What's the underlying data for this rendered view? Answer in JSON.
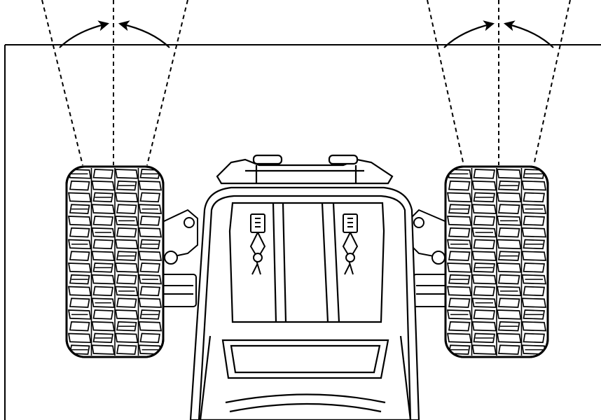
{
  "colors": {
    "ink": "#000000",
    "paper": "#ffffff"
  },
  "illustration": {
    "subject": "rc-truck-top-view",
    "wheels": [
      {
        "side": "left",
        "guide_lines": 3,
        "direction_arrows": 2
      },
      {
        "side": "right",
        "guide_lines": 3,
        "direction_arrows": 2
      }
    ],
    "body_pins": 2
  }
}
